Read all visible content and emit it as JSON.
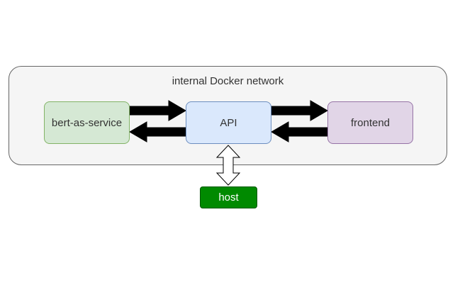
{
  "network": {
    "label": "internal Docker network"
  },
  "nodes": {
    "bert": {
      "label": "bert-as-service"
    },
    "api": {
      "label": "API"
    },
    "frontend": {
      "label": "frontend"
    },
    "host": {
      "label": "host"
    }
  },
  "colors": {
    "container_fill": "#f5f5f5",
    "bert_fill": "#d5e8d4",
    "api_fill": "#dae8fc",
    "frontend_fill": "#e1d5e7",
    "host_fill": "#008a00",
    "arrow": "#000000"
  }
}
